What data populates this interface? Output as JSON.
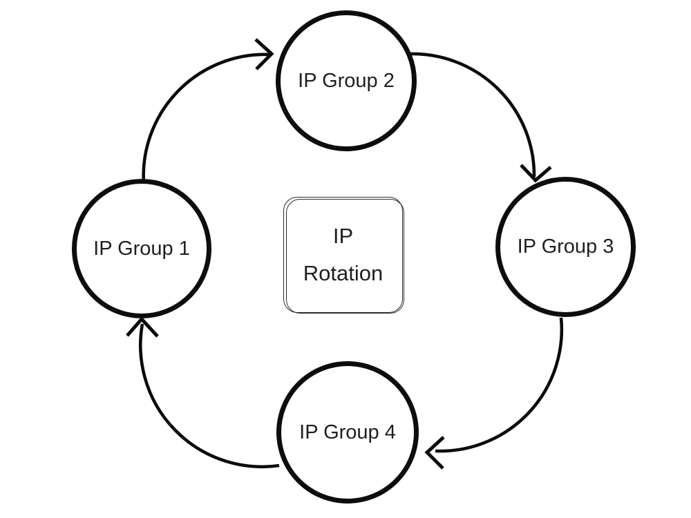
{
  "diagram": {
    "type": "cycle-diagram",
    "center": {
      "label_line1": "IP",
      "label_line2": "Rotation"
    },
    "nodes": [
      {
        "id": "group1",
        "label": "IP Group 1",
        "position": "left"
      },
      {
        "id": "group2",
        "label": "IP Group 2",
        "position": "top"
      },
      {
        "id": "group3",
        "label": "IP Group 3",
        "position": "right"
      },
      {
        "id": "group4",
        "label": "IP Group 4",
        "position": "bottom"
      }
    ],
    "edges": [
      {
        "from": "IP Group 1",
        "to": "IP Group 2"
      },
      {
        "from": "IP Group 2",
        "to": "IP Group 3"
      },
      {
        "from": "IP Group 3",
        "to": "IP Group 4"
      },
      {
        "from": "IP Group 4",
        "to": "IP Group 1"
      }
    ],
    "flow_direction": "clockwise",
    "colors": {
      "background": "#ffffff",
      "node_stroke": "#0d0d0d",
      "arrow_stroke": "#0b0b0b",
      "text": "#1f1f1f",
      "card_border": "#2b2b2b"
    }
  }
}
